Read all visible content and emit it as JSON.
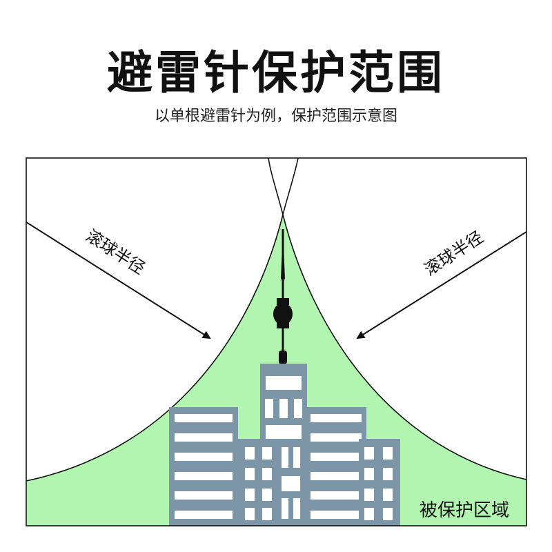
{
  "title": "避雷针保护范围",
  "subtitle": "以单根避雷针为例，保护范围示意图",
  "labels": {
    "radius_left": "滚球半径",
    "radius_right": "滚球半径",
    "protected_area": "被保护区域"
  },
  "colors": {
    "protected_fill": "#b2f5b0",
    "building": "#7c96a8",
    "building_window": "#ffffff",
    "frame": "#111111",
    "rod": "#111111"
  }
}
